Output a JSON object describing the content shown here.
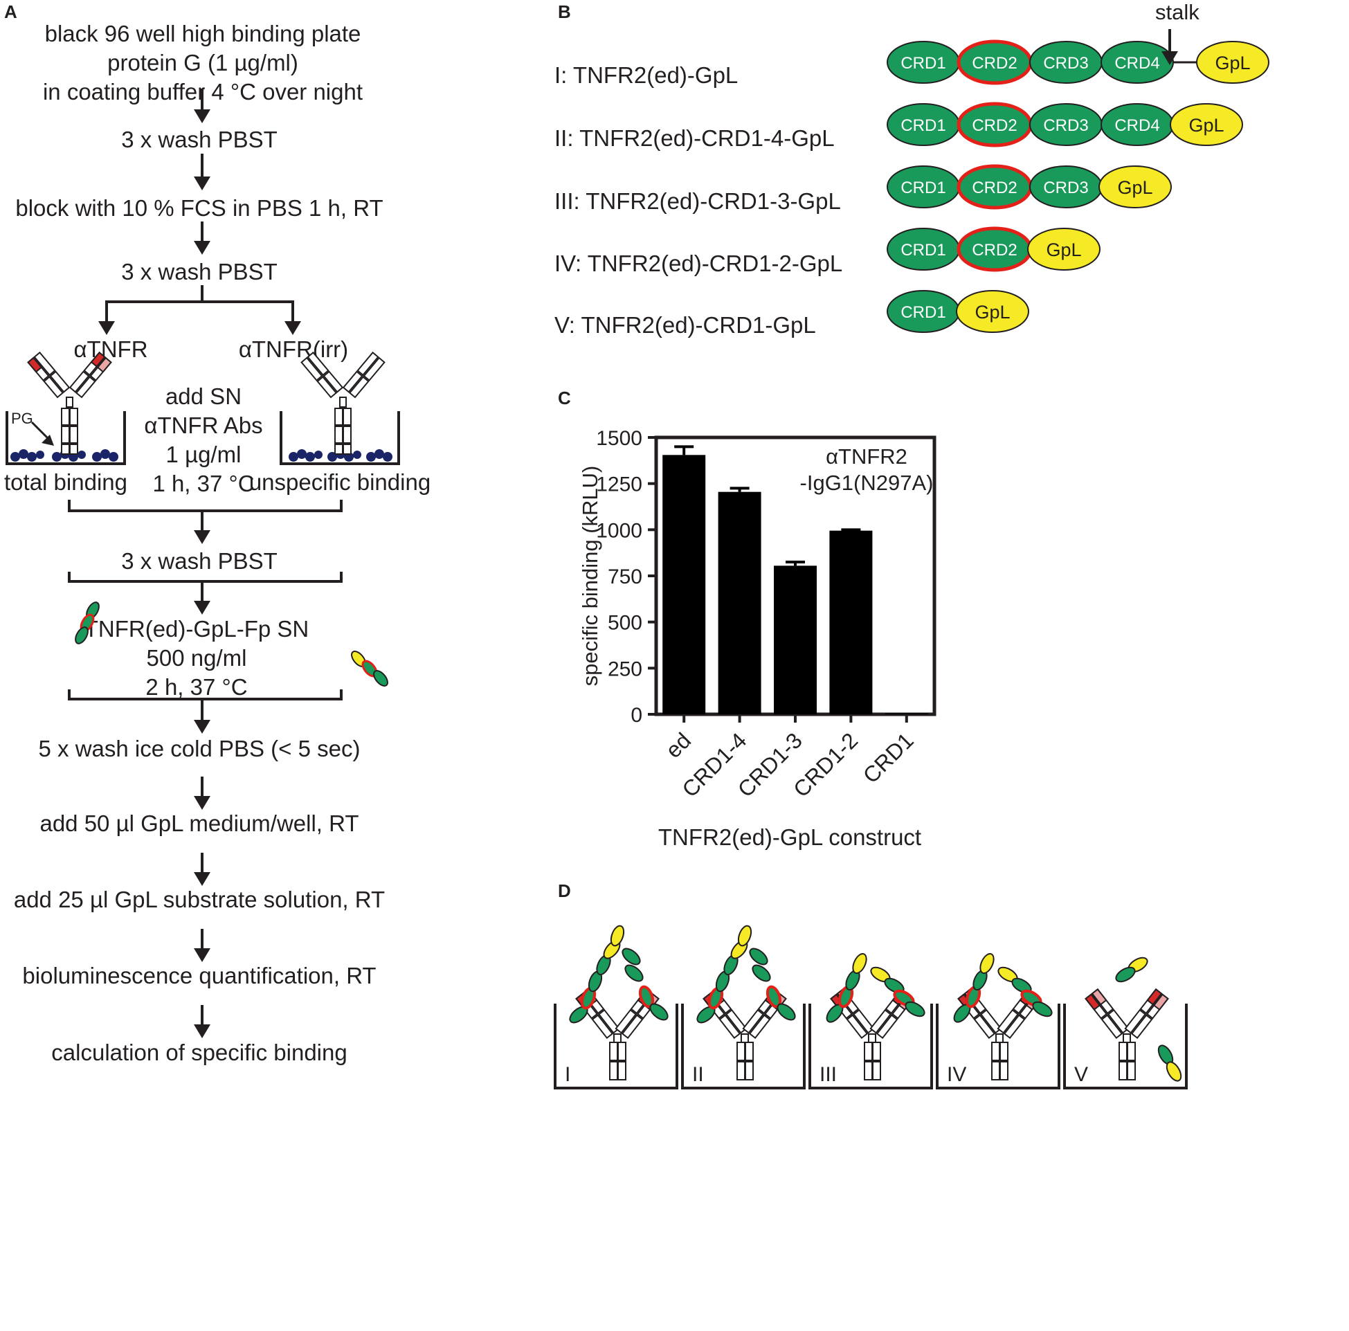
{
  "panel_a": {
    "label": "A",
    "steps": [
      [
        "black 96 well high binding plate",
        "protein G (1 µg/ml)",
        "in coating buffer 4 °C over night"
      ],
      [
        "3 x wash PBST"
      ],
      [
        "block with 10 % FCS in PBS 1 h, RT"
      ],
      [
        "3 x wash PBST"
      ]
    ],
    "branch_left_label": "αTNFR",
    "branch_right_label": "αTNFR(irr)",
    "pg_label": "PG",
    "add_sn": [
      "add SN",
      "αTNFR Abs",
      "1 µg/ml",
      "1 h, 37 °C"
    ],
    "total_binding": "total binding",
    "unspecific_binding": "unspecific binding",
    "wash_after_abs": "3 x wash PBST",
    "tnfr_sn": [
      "TNFR(ed)-GpL-Fp SN",
      "500 ng/ml",
      "2 h, 37 °C"
    ],
    "later_steps": [
      "5 x wash ice cold PBS (< 5 sec)",
      "add 50 µl GpL medium/well, RT",
      "add 25 µl GpL substrate solution, RT",
      "bioluminescence quantification, RT",
      "calculation of specific binding"
    ]
  },
  "panel_b": {
    "label": "B",
    "stalk_label": "stalk",
    "constructs": [
      {
        "name": "I: TNFR2(ed)-GpL",
        "domains": [
          "CRD1",
          "CRD2",
          "CRD3",
          "CRD4"
        ],
        "stalk": true
      },
      {
        "name": "II: TNFR2(ed)-CRD1-4-GpL",
        "domains": [
          "CRD1",
          "CRD2",
          "CRD3",
          "CRD4"
        ],
        "stalk": false
      },
      {
        "name": "III: TNFR2(ed)-CRD1-3-GpL",
        "domains": [
          "CRD1",
          "CRD2",
          "CRD3"
        ],
        "stalk": false
      },
      {
        "name": "IV: TNFR2(ed)-CRD1-2-GpL",
        "domains": [
          "CRD1",
          "CRD2"
        ],
        "stalk": false
      },
      {
        "name": "V: TNFR2(ed)-CRD1-GpL",
        "domains": [
          "CRD1"
        ],
        "stalk": false
      }
    ],
    "gpl_label": "GpL"
  },
  "panel_c": {
    "label": "C"
  },
  "chart_data": {
    "type": "bar",
    "categories": [
      "ed",
      "CRD1-4",
      "CRD1-3",
      "CRD1-2",
      "CRD1"
    ],
    "values": [
      1405,
      1205,
      805,
      995,
      5
    ],
    "errors": [
      45,
      20,
      20,
      5,
      0
    ],
    "xlabel": "TNFR2(ed)-GpL construct",
    "ylabel": "specific binding (kRLU)",
    "annotation": [
      "αTNFR2",
      "-IgG1(N297A)"
    ],
    "ylim": [
      0,
      1500
    ],
    "yticks": [
      0,
      250,
      500,
      750,
      1000,
      1250,
      1500
    ],
    "bar_color": "#000000"
  },
  "panel_d": {
    "label": "D",
    "wells": [
      "I",
      "II",
      "III",
      "IV",
      "V"
    ]
  },
  "colors": {
    "crd_green": "#1a9a5a",
    "crd2_outline": "#e32119",
    "gpl_yellow": "#f5ea25",
    "protein_g": "#1a2466",
    "ab_red": "#d42a2a",
    "ab_pink": "#eaa6a6"
  }
}
